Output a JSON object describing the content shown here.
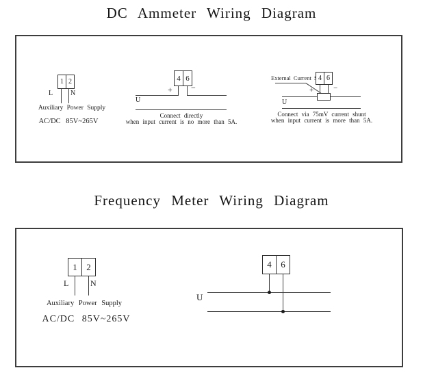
{
  "page": {
    "background": "#ffffff",
    "line_color": "#3d3d3d"
  },
  "titles": {
    "dc": "DC Ammeter Wiring Diagram",
    "freq": "Frequency Meter Wiring Diagram"
  },
  "dc_panel": {
    "aux": {
      "terminal_1": "1",
      "terminal_2": "2",
      "line": "L",
      "neutral": "N",
      "label": "Auxiliary Power Supply",
      "rating": "AC/DC 85V~265V"
    },
    "direct": {
      "terminal_4": "4",
      "terminal_6": "6",
      "plus": "+",
      "minus": "−",
      "voltage": "U",
      "caption_line1": "Connect directly",
      "caption_line2": "when input current is no more than 5A."
    },
    "shunt": {
      "label": "External Current Shunt",
      "terminal_4": "4",
      "terminal_6": "6",
      "plus": "+",
      "minus": "−",
      "voltage": "U",
      "caption_line1": "Connect via 75mV current shunt",
      "caption_line2": "when input current is more than 5A."
    }
  },
  "freq_panel": {
    "aux": {
      "terminal_1": "1",
      "terminal_2": "2",
      "line": "L",
      "neutral": "N",
      "label": "Auxiliary Power Supply",
      "rating": "AC/DC 85V~265V"
    },
    "input": {
      "terminal_4": "4",
      "terminal_6": "6",
      "voltage": "U"
    }
  }
}
